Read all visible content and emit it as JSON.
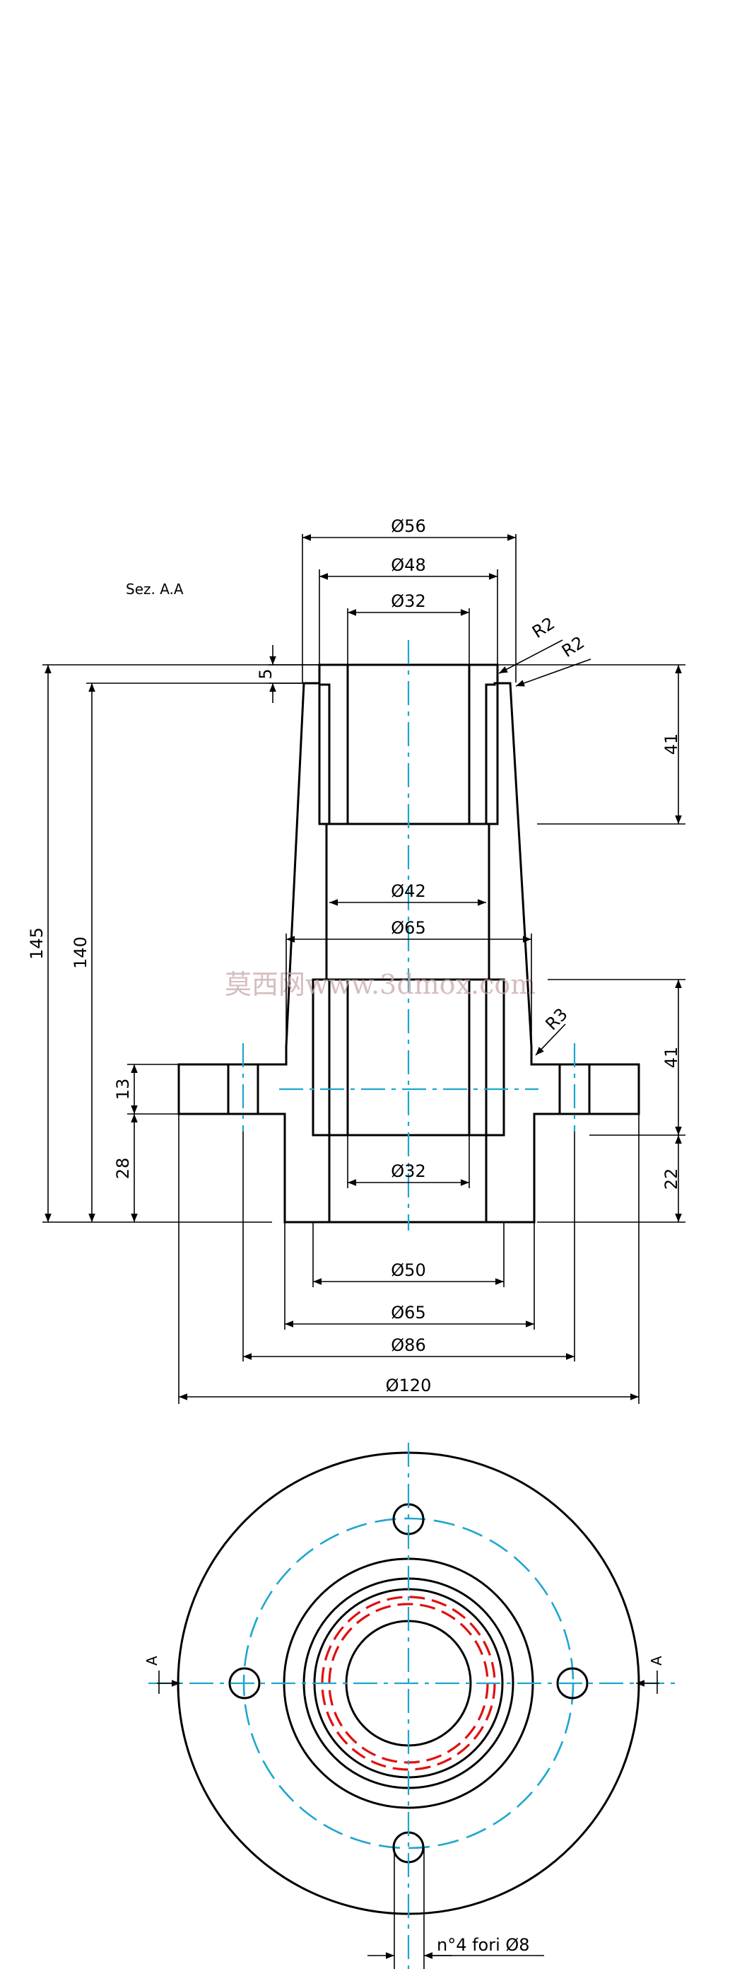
{
  "section_label": "Sez. A.A",
  "section_marker": "A",
  "watermark": "莫西网www.3dmox.com",
  "hole_note": "n°4 fori Ø8",
  "dimensions": {
    "d56": "Ø56",
    "d48": "Ø48",
    "d32_top": "Ø32",
    "d42": "Ø42",
    "d65_mid": "Ø65",
    "d32_bot": "Ø32",
    "d50": "Ø50",
    "d65_bot": "Ø65",
    "d86": "Ø86",
    "d120": "Ø120",
    "r2_a": "R2",
    "r2_b": "R2",
    "r3": "R3",
    "h145": "145",
    "h140": "140",
    "h13": "13",
    "h28": "28",
    "h5": "5",
    "h41_top": "41",
    "h41_bot": "41",
    "h22": "22"
  },
  "colors": {
    "outline": "#000000",
    "centerline": "#1da6cf",
    "hatch": "#e01010",
    "hidden": "#e01010"
  }
}
